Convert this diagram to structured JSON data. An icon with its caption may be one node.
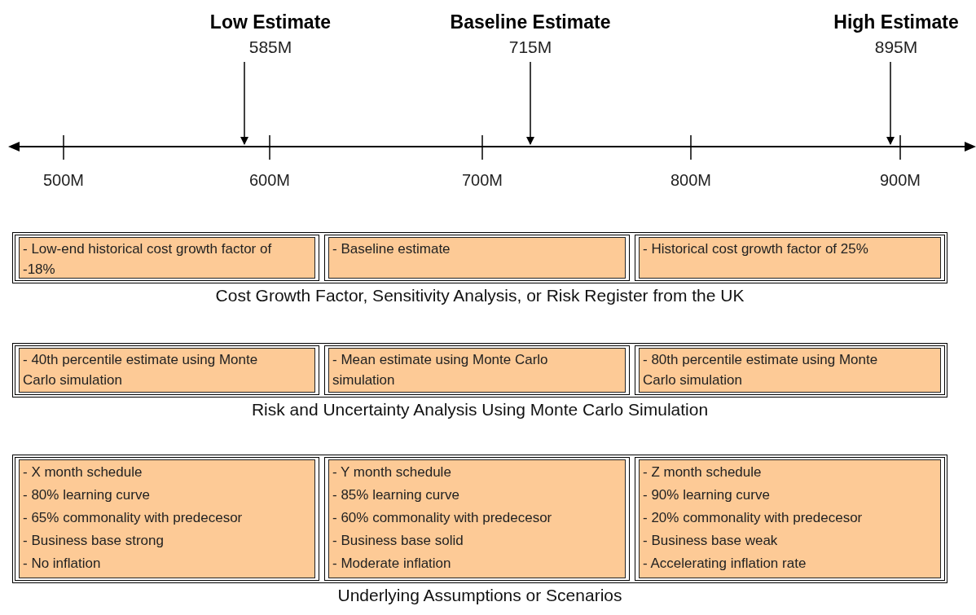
{
  "diagram": {
    "nodes": [
      {
        "text": [
          "Low Estimate",
          "585M"
        ]
      },
      {
        "text": [
          "Baseline Estimate",
          "715M"
        ]
      },
      {
        "text": [
          "High Estimate",
          "895M"
        ]
      },
      {
        "text": [
          "Cost Growth Factor, Sensitivity Analysis, or Risk Register from the UK"
        ]
      },
      {
        "text": [
          "- Low-end historical cost growth factor of -18%"
        ],
        "in": 3
      },
      {
        "text": [
          "- Baseline estimate"
        ],
        "in": 3
      },
      {
        "text": [
          "- Historical cost growth factor of 25%"
        ],
        "in": 3
      },
      {
        "text": [
          "Risk and Uncertainty Analysis Using Monte Carlo Simulation"
        ]
      },
      {
        "text": [
          "- 40th percentile estimate using Monte Carlo simulation"
        ],
        "in": 7
      },
      {
        "text": [
          "- Mean estimate using Monte Carlo simulation"
        ],
        "in": 7
      },
      {
        "text": [
          "- 80th percentile estimate using Monte Carlo simulation"
        ],
        "in": 7
      },
      {
        "text": [
          "Underlying Assumptions or Scenarios"
        ]
      },
      {
        "text": [
          "- X month schedule",
          "- 80% learning curve",
          "- 65% commonality with predecesor",
          "- Business base strong",
          "- No inflation"
        ],
        "in": 11
      },
      {
        "text": [
          "- Y month schedule",
          "- 85% learning curve",
          "- 60% commonality with predecesor",
          "- Business base solid",
          "- Moderate inflation"
        ],
        "in": 11
      },
      {
        "text": [
          "- Z month schedule",
          "- 90% learning curve",
          "- 20% commonality with predecesor",
          "- Business base weak",
          "- Accelerating inflation rate"
        ],
        "in": 11
      }
    ],
    "edges": [
      {
        "from": 0,
        "to": null,
        "arrow": "to"
      },
      {
        "from": 1,
        "to": null,
        "arrow": "to"
      },
      {
        "from": 2,
        "to": null,
        "arrow": "to"
      }
    ],
    "labels": [
      "500M",
      "600M",
      "700M",
      "800M",
      "900M"
    ]
  }
}
